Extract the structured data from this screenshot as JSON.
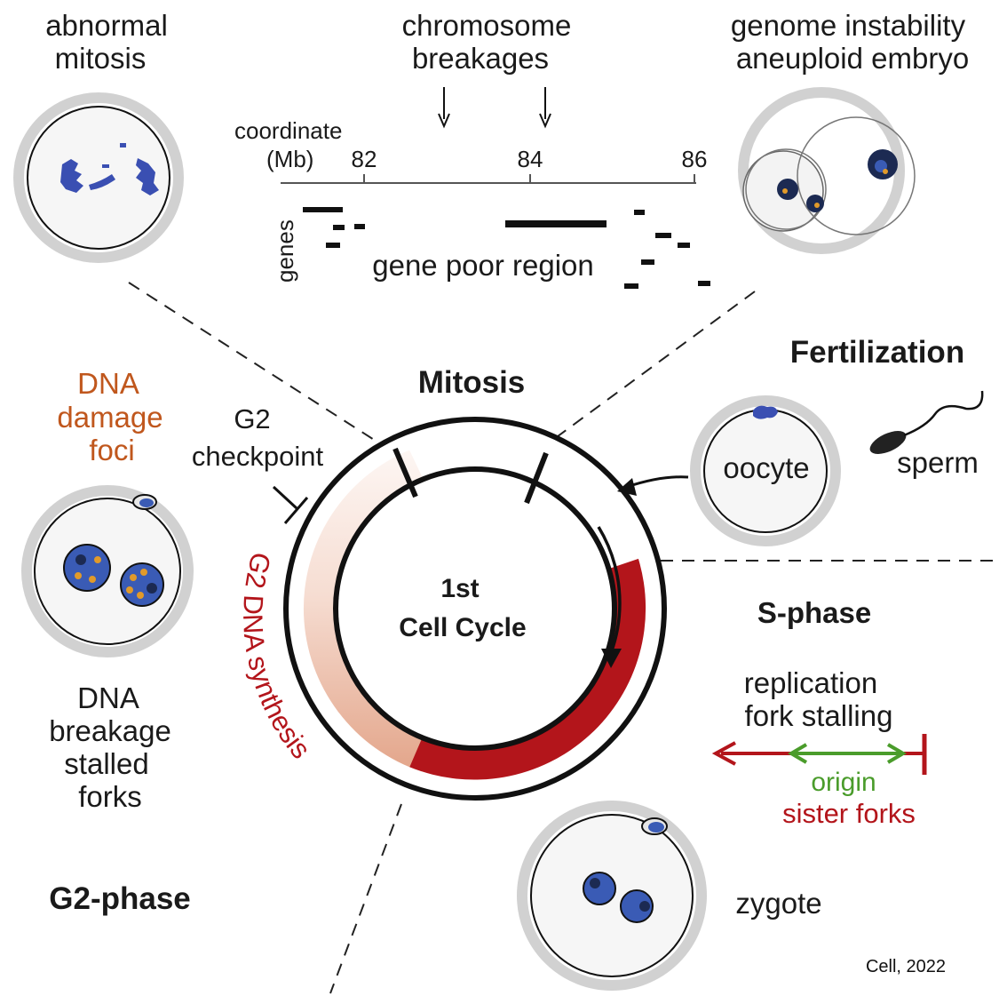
{
  "colors": {
    "accent_red": "#b3151b",
    "accent_orange": "#c0571d",
    "accent_green": "#4a9c2b",
    "nucleus_blue": "#3a5bb5",
    "nucleolus_dark": "#1c2a52",
    "focus_orange": "#e19a2a",
    "cell_gray": "#d1d1d1"
  },
  "top": {
    "abnormal_mitosis": [
      "abnormal",
      "mitosis"
    ],
    "chromosome_breakages": [
      "chromosome",
      "breakages"
    ],
    "genome_instability": [
      "genome instability",
      "aneuploid embryo"
    ]
  },
  "genome_track": {
    "axis_label": [
      "coordinate",
      "(Mb)"
    ],
    "ticks": [
      "82",
      "84",
      "86"
    ],
    "genes_label": "genes",
    "region_label": "gene poor region"
  },
  "center": {
    "cycle_title": [
      "1st",
      "Cell Cycle"
    ],
    "phase_mitosis": "Mitosis",
    "phase_s": "S-phase",
    "phase_g2": "G2-phase",
    "g2_checkpoint": [
      "G2",
      "checkpoint"
    ],
    "g2_synthesis": "G2 DNA synthesis"
  },
  "fertilization": {
    "title": "Fertilization",
    "oocyte": "oocyte",
    "sperm": "sperm"
  },
  "left": {
    "damage_foci": [
      "DNA",
      "damage",
      "foci"
    ],
    "breakage": [
      "DNA",
      "breakage",
      "stalled",
      "forks"
    ]
  },
  "right": {
    "fork_stalling": [
      "replication",
      "fork stalling"
    ],
    "origin": "origin",
    "sister_forks": "sister forks",
    "zygote": "zygote"
  },
  "citation": "Cell, 2022"
}
